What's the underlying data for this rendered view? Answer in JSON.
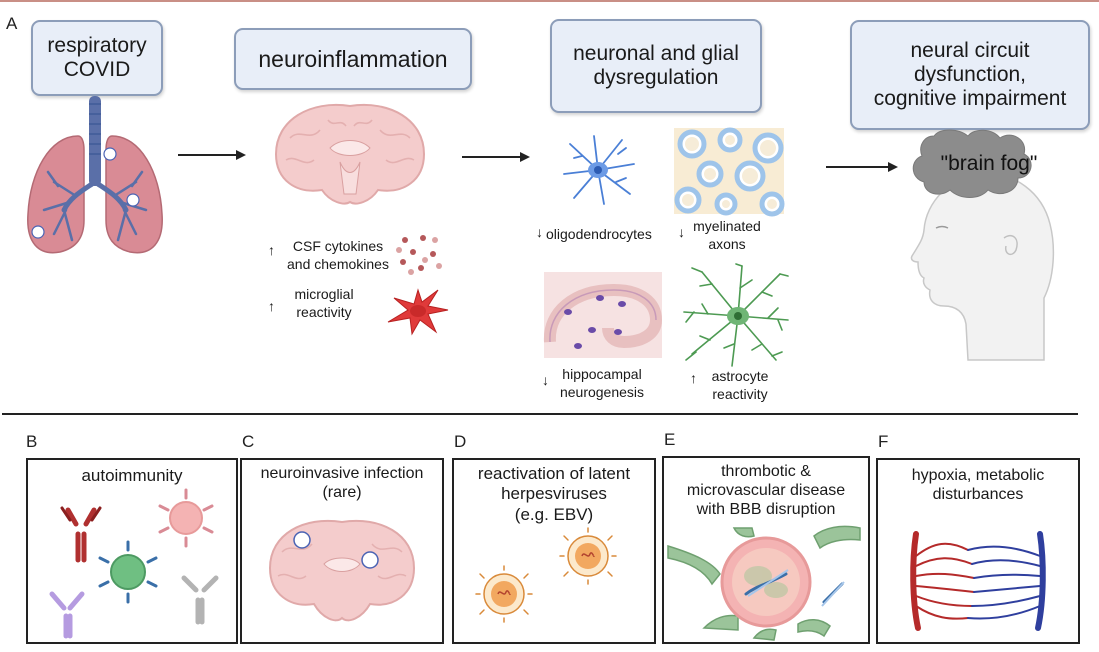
{
  "panel_letters": {
    "a": "A",
    "b": "B",
    "c": "C",
    "d": "D",
    "e": "E",
    "f": "F"
  },
  "panel_a": {
    "stages": [
      "respiratory\nCOVID",
      "neuroinflammation",
      "neuronal and glial\ndysregulation",
      "neural circuit\ndysfunction,\ncognitive impairment"
    ],
    "cytokines_label": "CSF cytokines\nand chemokines",
    "microglial_label": "microglial\nreactivity",
    "oligodendrocytes_label": "oligodendrocytes",
    "myelinated_label": "myelinated\naxons",
    "hippocampal_label": "hippocampal\nneurogenesis",
    "astrocyte_label": "astrocyte\nreactivity",
    "brain_fog_label": "\"brain fog\"",
    "arrow_up": "↑",
    "arrow_down": "↓"
  },
  "panel_b": {
    "title": "autoimmunity"
  },
  "panel_c": {
    "title": "neuroinvasive infection\n(rare)"
  },
  "panel_d": {
    "title": "reactivation of latent\nherpesviruses\n(e.g. EBV)"
  },
  "panel_e": {
    "title": "thrombotic &\nmicrovascular disease\nwith BBB disruption"
  },
  "panel_f": {
    "title": "hypoxia, metabolic\ndisturbances"
  },
  "colors": {
    "box_fill": "#e8eef8",
    "box_border": "#8c9db9",
    "lung": "#d98b95",
    "airway": "#5a6fa8",
    "brain": "#f4cccc",
    "microglia": "#e03a3a",
    "astrocyte": "#4d9a52",
    "oligo": "#4a7fd6",
    "myelin": "#9ec4ea",
    "cloud": "#8c8c8c",
    "artery": "#b52a2a",
    "vein": "#2f3f9e"
  }
}
